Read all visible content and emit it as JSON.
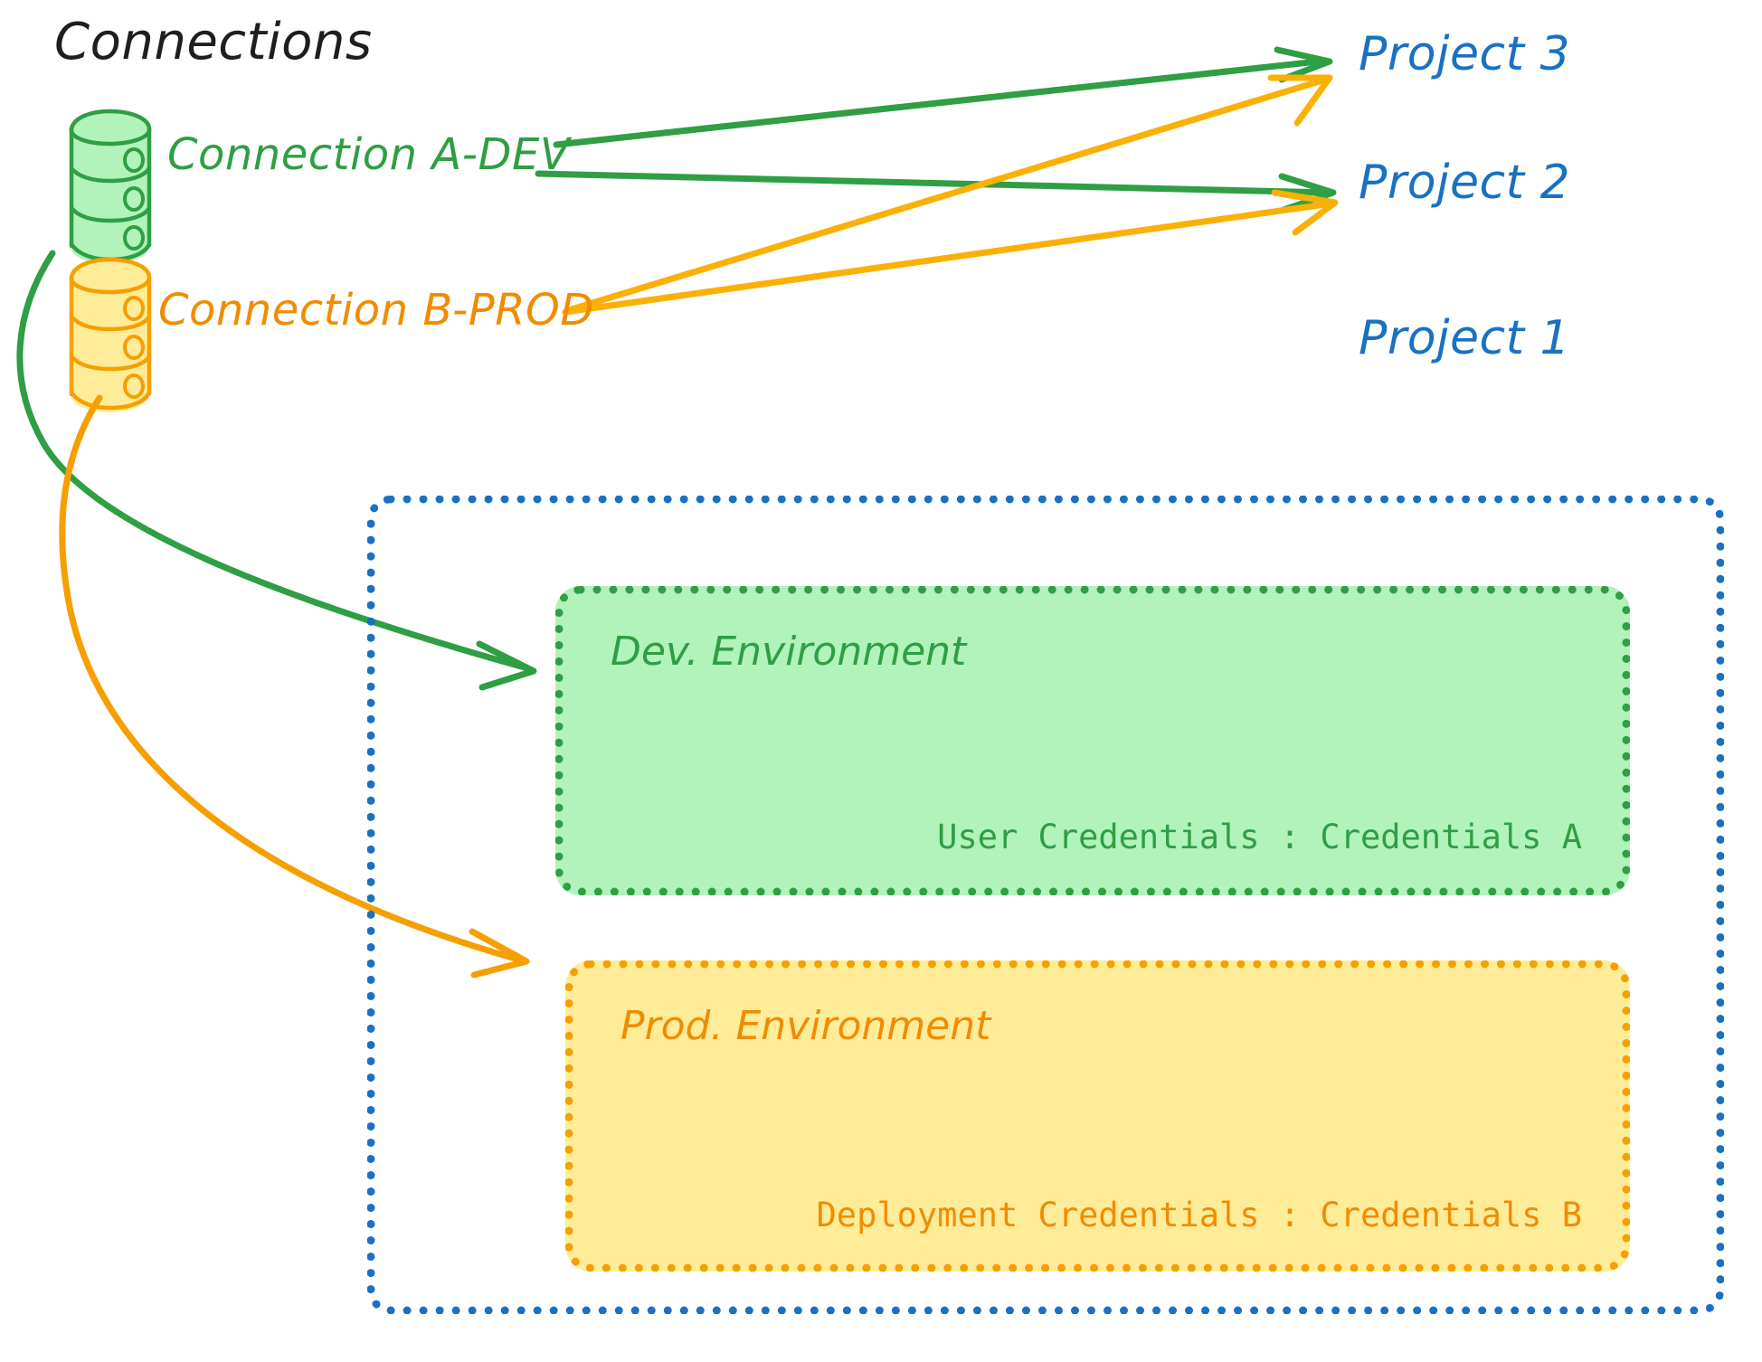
{
  "title": "Connections",
  "connections": [
    {
      "id": "a-dev",
      "label": "Connection A-DEV",
      "icon": "database-cylinder-icon",
      "color": "#2f9e44"
    },
    {
      "id": "b-prod",
      "label": "Connection B-PROD",
      "icon": "database-cylinder-icon",
      "color": "#f08c00"
    }
  ],
  "projects": [
    {
      "id": "project-3",
      "label": "Project 3",
      "color": "#1971c2"
    },
    {
      "id": "project-2",
      "label": "Project 2",
      "color": "#1971c2"
    },
    {
      "id": "project-1",
      "label": "Project 1",
      "color": "#1971c2"
    }
  ],
  "project1": {
    "border_color": "#1971c2",
    "environments": [
      {
        "id": "dev",
        "title": "Dev. Environment",
        "credentials_label": "User Credentials : Credentials A",
        "fill": "#b2f2bb",
        "border_color": "#2f9e44",
        "text_color": "#2f9e44"
      },
      {
        "id": "prod",
        "title": "Prod. Environment",
        "credentials_label": "Deployment Credentials : Credentials B",
        "fill": "#ffec99",
        "border_color": "#f59f00",
        "text_color": "#f08c00"
      }
    ]
  },
  "edges": [
    {
      "id": "a-dev-to-project-3",
      "from": "a-dev",
      "to": "project-3",
      "color": "#2f9e44"
    },
    {
      "id": "a-dev-to-project-2",
      "from": "a-dev",
      "to": "project-2",
      "color": "#2f9e44"
    },
    {
      "id": "a-dev-to-dev-env",
      "from": "a-dev",
      "to": "dev",
      "color": "#2f9e44"
    },
    {
      "id": "b-prod-to-project-3",
      "from": "b-prod",
      "to": "project-3",
      "color": "#fab005"
    },
    {
      "id": "b-prod-to-project-2",
      "from": "b-prod",
      "to": "project-2",
      "color": "#fab005"
    },
    {
      "id": "b-prod-to-prod-env",
      "from": "b-prod",
      "to": "prod",
      "color": "#f59f00"
    }
  ],
  "colors": {
    "green": "#2f9e44",
    "green_fill": "#b2f2bb",
    "orange": "#f08c00",
    "orange_arrow": "#fab005",
    "yellow_fill": "#ffec99",
    "blue": "#1971c2",
    "ink": "#1e1e1e",
    "background": "#ffffff"
  }
}
